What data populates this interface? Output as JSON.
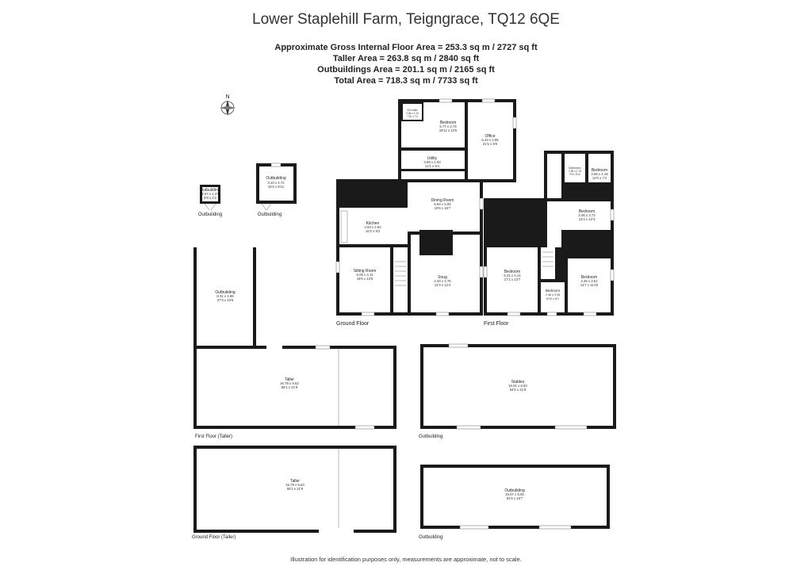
{
  "header": {
    "title": "Lower Staplehill Farm, Teigngrace, TQ12 6QE",
    "gross_internal": "Approximate Gross Internal Floor Area  = 253.3 sq m  / 2727 sq ft",
    "taller_area": "Taller Area = 263.8 sq m  / 2840 sq ft",
    "outbuildings_area": "Outbuildings Area = 201.1 sq m  / 2165 sq ft",
    "total_area": "Total Area = 718.3 sq m  / 7733 sq ft"
  },
  "compass": {
    "label": "N"
  },
  "ground_floor": {
    "label": "Ground Floor",
    "rooms": {
      "kitchen": {
        "name": "Kitchen",
        "dim_m": "4.93 x 2.82",
        "dim_ft": "16'2 x 9'3"
      },
      "dining": {
        "name": "Dining Room",
        "dim_m": "5.94 x 5.05",
        "dim_ft": "19'6 x 16'7"
      },
      "utility": {
        "name": "Utility",
        "dim_m": "3.69 x 1.93",
        "dim_ft": "12'1 x 6'4"
      },
      "sitting": {
        "name": "Sitting Room",
        "dim_m": "5.05 x 4.11",
        "dim_ft": "16'6 x 13'6"
      },
      "snug": {
        "name": "Snug",
        "dim_m": "4.34 x 3.76",
        "dim_ft": "14'3 x 12'4"
      }
    }
  },
  "upper_block": {
    "rooms": {
      "bedroom": {
        "name": "Bedroom",
        "dim_m": "5.77 x 3.79",
        "dim_ft": "18'11 x 12'5"
      },
      "office": {
        "name": "Office",
        "dim_m": "6.43 x 2.95",
        "dim_ft": "21'1 x 9'8"
      },
      "ensuite": {
        "name": "En-suite",
        "dim_m": "2.38 x 2.13",
        "dim_ft": "7'10 x 7'0"
      }
    }
  },
  "first_floor": {
    "label": "First Floor",
    "rooms": {
      "bed_a": {
        "name": "Bedroom",
        "dim_m": "3.66 x 2.18",
        "dim_ft": "12'0 x 7'2"
      },
      "bathroom": {
        "name": "Bathroom",
        "dim_m": "2.96 x 1.78",
        "dim_ft": "9'9 x 5'10"
      },
      "bed_b": {
        "name": "Bedroom",
        "dim_m": "4.06 x 3.73",
        "dim_ft": "13'4 x 12'3"
      },
      "bed_c": {
        "name": "Bedroom",
        "dim_m": "5.21 x 4.14",
        "dim_ft": "17'1 x 13'7"
      },
      "bed_d": {
        "name": "Bedroom",
        "dim_m": "2.46 x 2.08",
        "dim_ft": "8'10 x 6'1"
      },
      "bed_e": {
        "name": "Bedroom",
        "dim_m": "4.45 x 3.61",
        "dim_ft": "14'7 x 11'10"
      }
    }
  },
  "outbuildings": {
    "small_a": {
      "name": "Outbuilding",
      "dim_m": "2.67 x 1.27",
      "dim_ft": "8'9 x 4'2",
      "label": "Outbuilding"
    },
    "small_b": {
      "name": "Outbuilding",
      "dim_m": "3.10 x 2.72",
      "dim_ft": "10'2 x 8'11",
      "label": "Outbuilding"
    },
    "large": {
      "name": "Outbuilding",
      "dim_m": "8.31 x 4.88",
      "dim_ft": "27'3 x 16'0"
    },
    "taller_ff": {
      "name": "Taller",
      "dim_m": "16.79 x 6.63",
      "dim_ft": "55'1 x 21'9",
      "label": "First Floor (Taller)"
    },
    "stables": {
      "name": "Stables",
      "dim_m": "16.61 x 6.63",
      "dim_ft": "54'6 x 21'9",
      "label": "Outbuilding"
    },
    "taller_gf": {
      "name": "Taller",
      "dim_m": "16.79 x 6.63",
      "dim_ft": "55'1 x 21'9",
      "label": "Ground Floor (Taller)"
    },
    "outbuilding_bottom": {
      "name": "Outbuilding",
      "dim_m": "15.67 x 5.05",
      "dim_ft": "51'5 x 16'7",
      "label": "Outbuilding"
    }
  },
  "footer": "Illustration for identification purposes only, measurements are approximate, not to scale."
}
